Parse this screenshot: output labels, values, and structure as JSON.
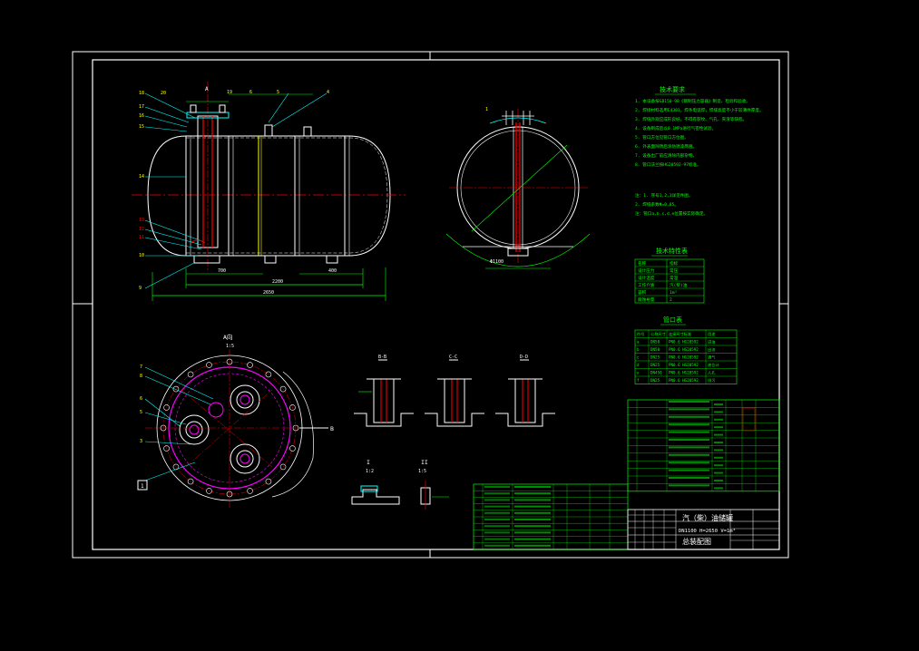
{
  "drawing": {
    "title_lines": [
      "汽（柴）油储罐",
      "DN1100 H=2650 V=1m³",
      "总装配图"
    ],
    "technical_requirements": {
      "heading": "技术要求",
      "items": [
        "1. 本设备按GB150-98《钢制压力容器》制造、检验和验收。",
        "2. 焊接材料选用E4303，焊条电弧焊，焊缝高度不小于较薄件厚度。",
        "3. 焊缝外观应成形良好，不得有裂纹、气孔、夹渣等缺陷。",
        "4. 设备制成后以0.1MPa进行气密性试验。",
        "5. 管口方位见管口方位图。",
        "6. 外表面除锈后涂防锈漆两遍。",
        "7. 设备出厂前应清除内部杂物。",
        "8. 管口法兰按HG20592-97标准。"
      ],
      "notes": [
        "注：1. 序号1,2,3详见件图。",
        "2. 焊缝系数Φ=0.85。",
        "注：管口a,b,c,d,e位置按实际确定。"
      ]
    },
    "design_table": {
      "heading": "技术特性表",
      "rows": [
        [
          "名称",
          "指标"
        ],
        [
          "设计压力",
          "常压"
        ],
        [
          "设计温度",
          "常温"
        ],
        [
          "工作介质",
          "汽(柴)油"
        ],
        [
          "容积",
          "1m³"
        ],
        [
          "腐蚀裕量",
          "2"
        ]
      ]
    },
    "nozzle_table": {
      "heading": "管口表",
      "header": [
        "符号",
        "公称尺寸",
        "连接尺寸标准",
        "用途"
      ],
      "rows": [
        [
          "a",
          "DN50",
          "PN0.6 HG20592",
          "进油"
        ],
        [
          "b",
          "DN50",
          "PN0.6 HG20592",
          "出油"
        ],
        [
          "c",
          "DN25",
          "PN0.6 HG20592",
          "通气"
        ],
        [
          "d",
          "DN25",
          "PN0.6 HG20592",
          "液位计"
        ],
        [
          "e",
          "DN450",
          "PN0.6 HG20592",
          "人孔"
        ],
        [
          "f",
          "DN25",
          "PN0.6 HG20592",
          "排污"
        ]
      ]
    },
    "view_labels": {
      "view_a": "A向",
      "view_a_scale": "1:5",
      "section_1": "B-B",
      "section_2": "C-C",
      "section_3": "D-D",
      "detail_1": "I",
      "detail_1_scale": "1:2",
      "detail_2": "II",
      "detail_2_scale": "1:5",
      "mark_b": "B"
    },
    "dimensions": {
      "overall_length": "2650",
      "shell_length": "2200",
      "left_span": "700",
      "right_span": "400",
      "diameter": "Φ1100"
    },
    "colors": {
      "frame": "#ffffff",
      "outline": "#ffffff",
      "dimension": "#00ff00",
      "center": "#ff0000",
      "leader": "#00ffff",
      "hidden": "#ffff00",
      "flange": "#ff00ff",
      "table": "#00ff00"
    }
  }
}
